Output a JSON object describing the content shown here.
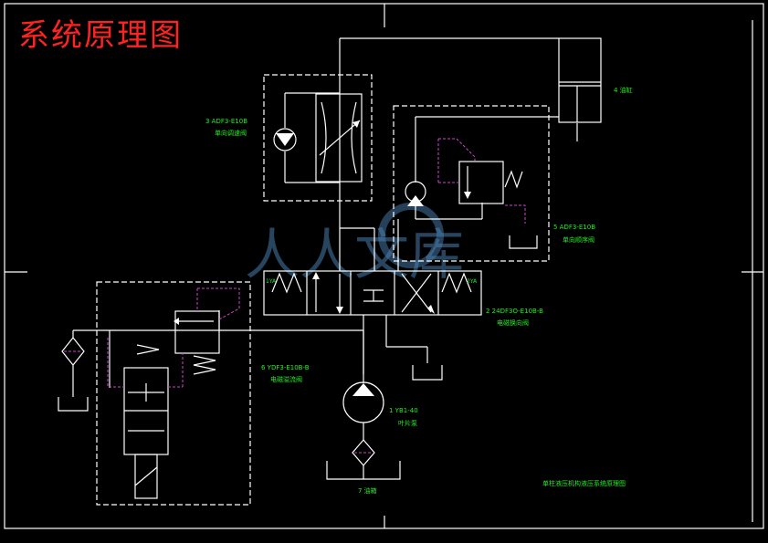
{
  "title": "系统原理图",
  "watermark": "人人文库",
  "labels": {
    "cylinder": "4  油缸",
    "throttle_code": "3  ADF3-E10B",
    "throttle_name": "单向调速阀",
    "seq_code": "5  ADF3-E10B",
    "seq_name": "单向顺序阀",
    "dir_code": "2  24DF3O-E10B-B",
    "dir_name": "电磁换向阀",
    "relief_code": "6  YDF3-E10B-B",
    "relief_name": "电磁溢流阀",
    "pump_code": "1  YB1-40",
    "pump_name": "叶片泵",
    "tank": "7  油箱",
    "caption": "单柱液压机构液压系统原理图"
  },
  "solenoids": {
    "left": "1YA",
    "right": "2YA"
  },
  "colors": {
    "lines": "#ffffff",
    "labels": "#22ee22",
    "pilot": "#cc44cc",
    "title": "#ff2222"
  }
}
